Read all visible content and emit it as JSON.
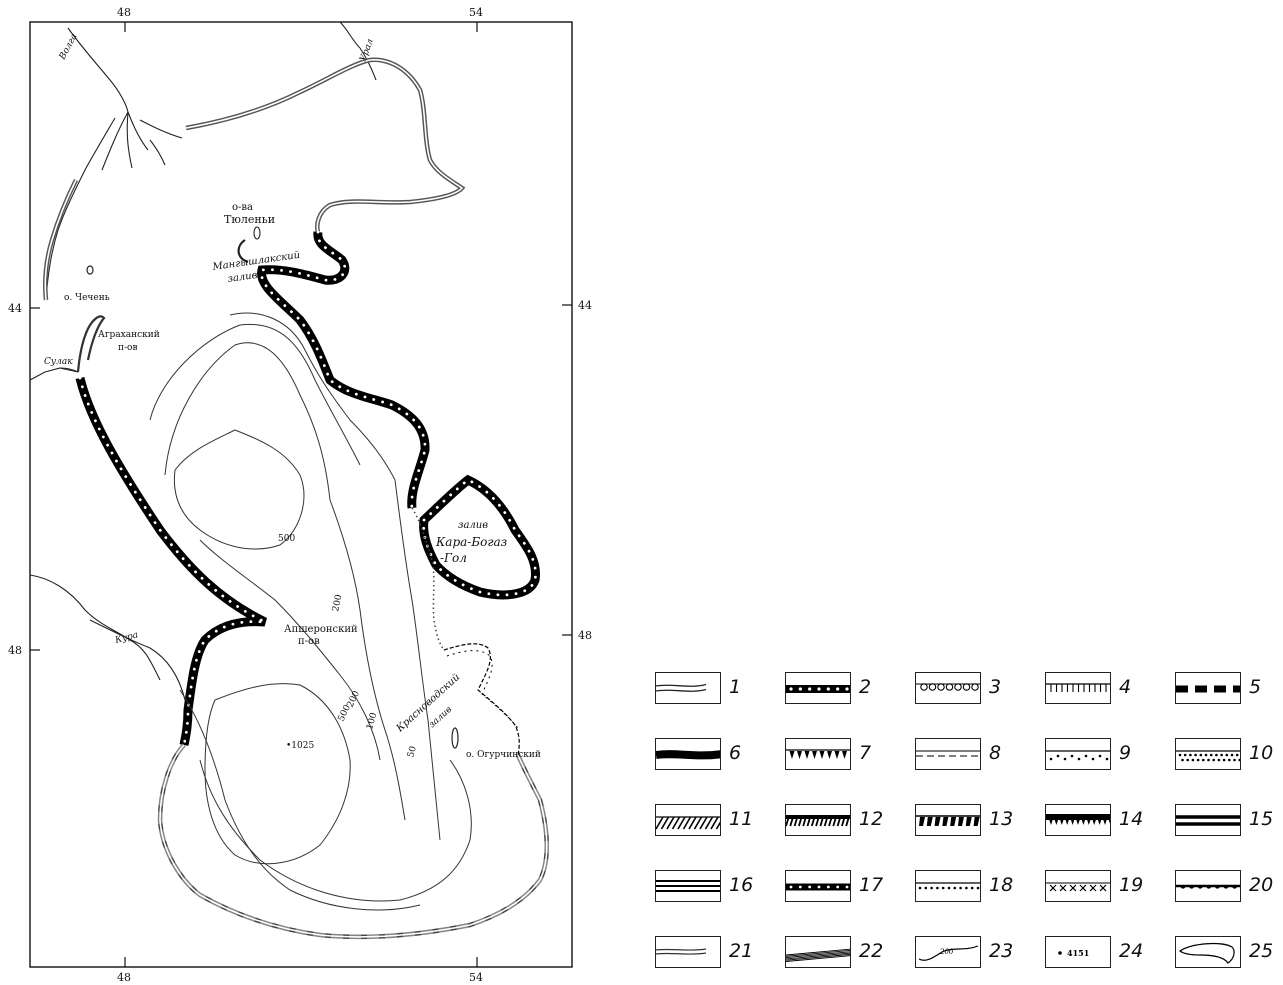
{
  "map": {
    "axes": {
      "top": [
        "48",
        "54"
      ],
      "bottom": [
        "48",
        "54"
      ],
      "left": [
        "44",
        "48"
      ],
      "right": [
        "44",
        "48"
      ]
    },
    "labels": {
      "volga": "Волга",
      "ural": "Урал",
      "ostrova": "о-ва",
      "tyuleni": "Тюленьи",
      "mangyshlak_1": "Мангышлакский",
      "mangyshlak_2": "залив",
      "chechen": "о. Чечень",
      "agrakhan_1": "Аграханский",
      "agrakhan_2": "п-ов",
      "sulak": "Сулак",
      "karabogaz_1": "залив",
      "karabogaz_2": "Кара-Богаз",
      "karabogaz_3": "-Гол",
      "apsheron_1": "Апшеронский",
      "apsheron_2": "п-ов",
      "kura": "Кура",
      "krasnovodsk_1": "Красноводский",
      "krasnovodsk_2": "залив",
      "ogurchinsky": "о. Огурчинский",
      "depth_point": "•1025"
    },
    "isobaths": {
      "d500_north": "500",
      "d200_north": "200",
      "d500_south": "500",
      "d200_south": "200",
      "d100": "100",
      "d50": "50"
    }
  },
  "legend": {
    "items": [
      {
        "num": "1",
        "symbol": "double-wavy-line"
      },
      {
        "num": "2",
        "symbol": "beaded-bold-line"
      },
      {
        "num": "3",
        "symbol": "circle-chain-line"
      },
      {
        "num": "4",
        "symbol": "comb-tick-line"
      },
      {
        "num": "5",
        "symbol": "dashed-bold-line"
      },
      {
        "num": "6",
        "symbol": "thick-solid-line"
      },
      {
        "num": "7",
        "symbol": "triangle-tick-line"
      },
      {
        "num": "8",
        "symbol": "dashed-double-line"
      },
      {
        "num": "9",
        "symbol": "sparse-dot-band"
      },
      {
        "num": "10",
        "symbol": "dense-dot-band"
      },
      {
        "num": "11",
        "symbol": "hatched-band"
      },
      {
        "num": "12",
        "symbol": "rough-hatched-band"
      },
      {
        "num": "13",
        "symbol": "block-tick-line"
      },
      {
        "num": "14",
        "symbol": "bold-serrated-line"
      },
      {
        "num": "15",
        "symbol": "thick-double-line"
      },
      {
        "num": "16",
        "symbol": "triple-line"
      },
      {
        "num": "17",
        "symbol": "dotted-bold-line"
      },
      {
        "num": "18",
        "symbol": "dotted-thin-line"
      },
      {
        "num": "19",
        "symbol": "cross-mark-line"
      },
      {
        "num": "20",
        "symbol": "semicircle-line"
      },
      {
        "num": "21",
        "symbol": "thin-double-line"
      },
      {
        "num": "22",
        "symbol": "gradient-band"
      },
      {
        "num": "23",
        "symbol": "isobath-line"
      },
      {
        "num": "24",
        "symbol": "depth-point"
      },
      {
        "num": "25",
        "symbol": "spit-outline"
      }
    ],
    "sample_isobath": "200",
    "sample_depth": "4151"
  }
}
